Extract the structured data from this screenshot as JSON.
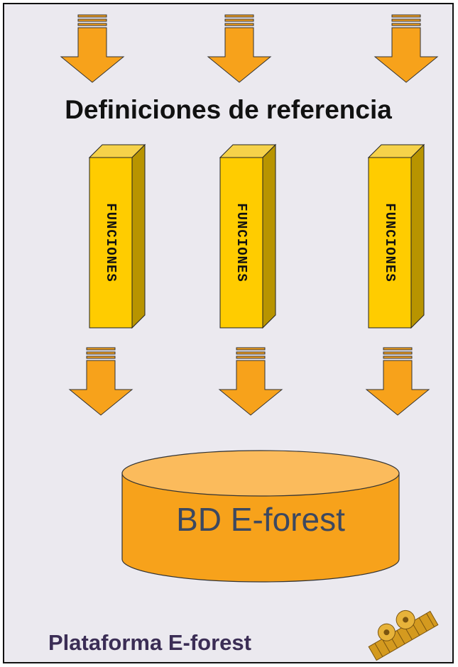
{
  "title": "Definiciones de referencia",
  "column_label": "FUNCIONES",
  "database_label": "BD E-forest",
  "footer_label": "Plataforma E-forest",
  "colors": {
    "background": "#ebe9ef",
    "arrow_fill": "#f7a21b",
    "box_front": "#ffcc00",
    "box_side": "#b89400",
    "cylinder_fill": "#f7a21b",
    "cylinder_top": "#fbbb5c",
    "footer_text": "#3b2d55",
    "database_text": "#3c4860"
  },
  "icons": [
    "down-arrow-icon",
    "gears-icon"
  ]
}
